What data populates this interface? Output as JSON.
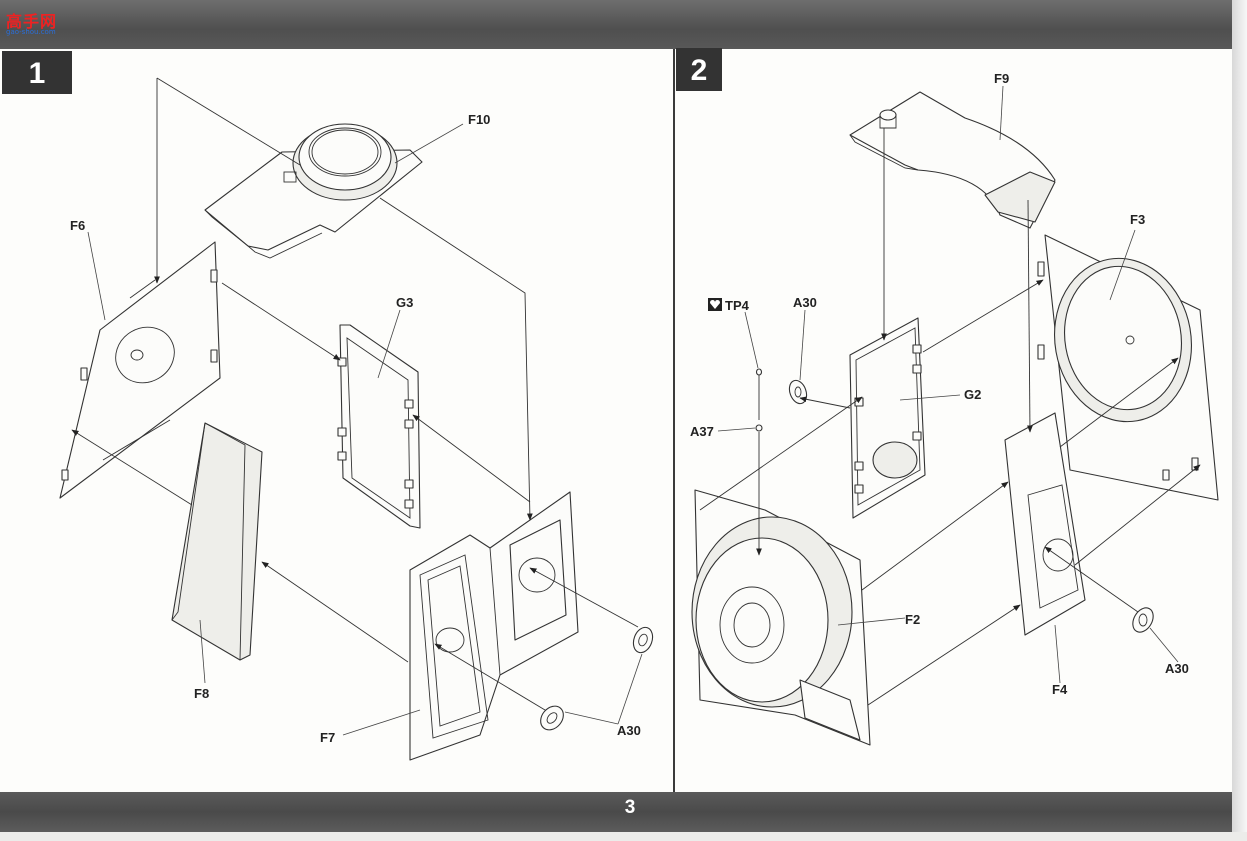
{
  "watermark": {
    "text": "高手网",
    "url": "gao-shou.com"
  },
  "page_number": "3",
  "steps": [
    {
      "number": "1",
      "labels": {
        "f10": "F10",
        "f6": "F6",
        "g3": "G3",
        "f8": "F8",
        "f7": "F7",
        "a30": "A30"
      }
    },
    {
      "number": "2",
      "labels": {
        "f9": "F9",
        "f3": "F3",
        "tp4": "TP4",
        "a30_top": "A30",
        "a37": "A37",
        "g2": "G2",
        "f2": "F2",
        "f4": "F4",
        "a30_right": "A30"
      }
    }
  ]
}
